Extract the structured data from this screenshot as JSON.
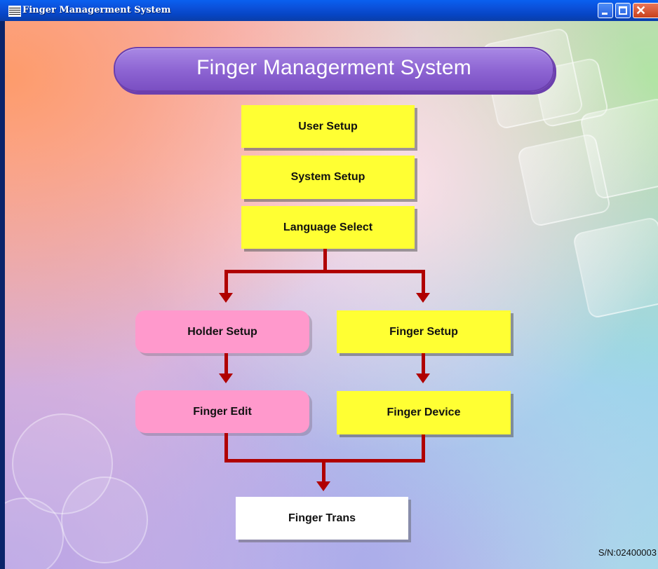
{
  "window": {
    "title": "Finger Managerment System",
    "minimize_label": "",
    "maximize_label": "",
    "close_label": ""
  },
  "header": {
    "title": "Finger Managerment System"
  },
  "menu": {
    "user_setup": "User Setup",
    "system_setup": "System Setup",
    "language_select": "Language Select",
    "holder_setup": "Holder Setup",
    "finger_setup": "Finger Setup",
    "finger_edit": "Finger Edit",
    "finger_device": "Finger Device",
    "finger_trans": "Finger Trans"
  },
  "footer": {
    "serial": "S/N:02400003"
  },
  "colors": {
    "title_bar": "#0b4fd8",
    "banner": "#8c63d2",
    "box_yellow": "#ffff33",
    "box_pink": "#ff99cc",
    "box_white": "#ffffff",
    "connector": "#b00000"
  },
  "icons": {
    "app": "app-icon",
    "minimize": "minimize-icon",
    "maximize": "maximize-icon",
    "close": "close-icon"
  }
}
